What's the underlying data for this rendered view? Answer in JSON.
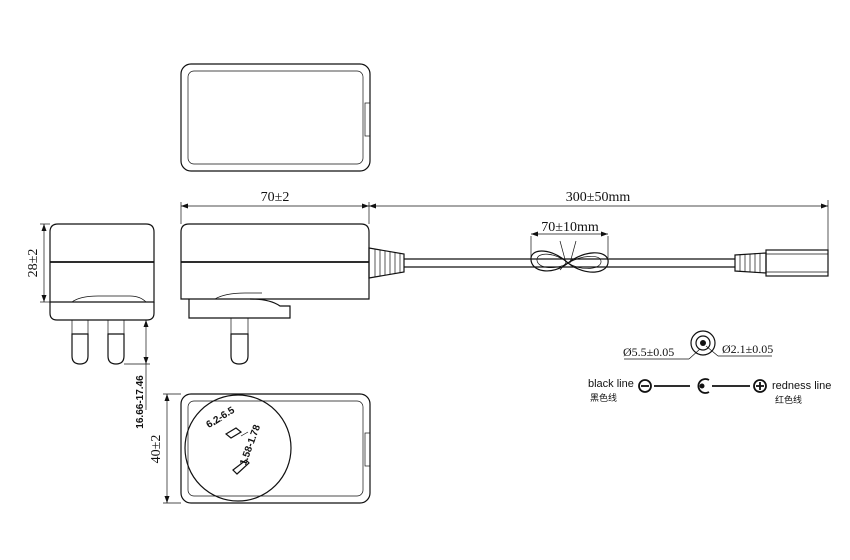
{
  "dimensions": {
    "body_length": "70±2",
    "cable_length": "300±50mm",
    "tie_length": "70±10mm",
    "height": "28±2",
    "prong_length": "16.66-17.46",
    "depth": "40±2",
    "pin_width": "6.2-6.5",
    "pin_thickness": "1.58-1.78"
  },
  "connector": {
    "outer_diameter": "Ø5.5±0.05",
    "inner_diameter": "Ø2.1±0.05"
  },
  "polarity": {
    "negative_label": "black line",
    "negative_label_cn": "黑色线",
    "positive_label": "redness line",
    "positive_label_cn": "红色线"
  }
}
